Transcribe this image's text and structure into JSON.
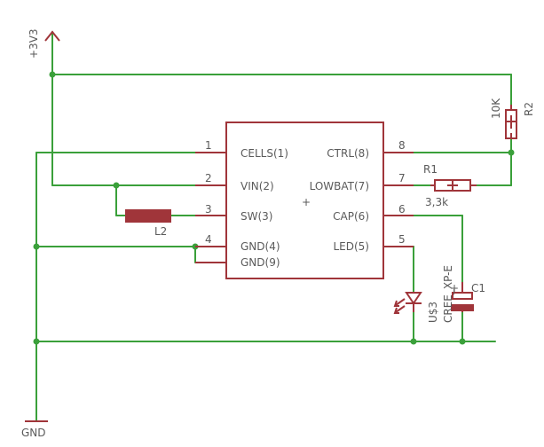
{
  "supply": {
    "name": "+3V3"
  },
  "ground": {
    "name": "GND"
  },
  "ic": {
    "left_pins": [
      {
        "num": "1",
        "name": "CELLS(1)"
      },
      {
        "num": "2",
        "name": "VIN(2)"
      },
      {
        "num": "3",
        "name": "SW(3)"
      },
      {
        "num": "4",
        "name": "GND(4)"
      },
      {
        "name": "GND(9)"
      }
    ],
    "right_pins": [
      {
        "num": "8",
        "name": "CTRL(8)"
      },
      {
        "num": "7",
        "name": "LOWBAT(7)"
      },
      {
        "num": "6",
        "name": "CAP(6)"
      },
      {
        "num": "5",
        "name": "LED(5)"
      }
    ],
    "origin_mark": "+"
  },
  "r1": {
    "name": "R1",
    "value": "3,3k"
  },
  "r2": {
    "name": "R2",
    "value": "10K"
  },
  "l2": {
    "name": "L2"
  },
  "c1": {
    "name": "C1",
    "plus": "+"
  },
  "led": {
    "name": "U$3",
    "value": "CREE_XP-E"
  },
  "colors": {
    "wire": "#3aa03a",
    "component": "#a0353a",
    "text": "#5a5a5a"
  }
}
